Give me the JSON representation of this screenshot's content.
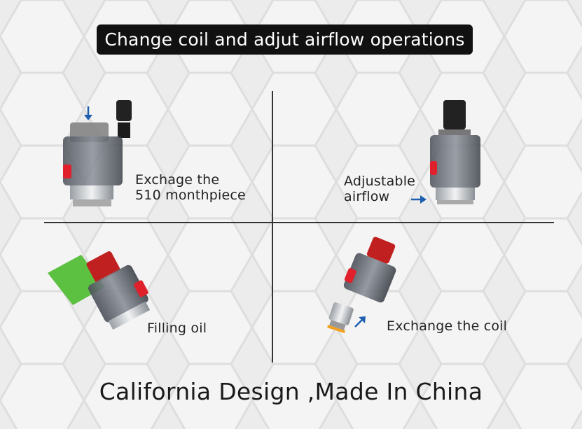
{
  "title": "Change coil and adjut airflow operations",
  "panels": {
    "top_left": {
      "line1": "Exchage the",
      "line2": "510 monthpiece"
    },
    "top_right": {
      "line1": "Adjustable",
      "line2": "airflow"
    },
    "bottom_left": {
      "label": "Filling oil"
    },
    "bottom_right": {
      "label": "Exchange the coil"
    }
  },
  "footer": "California Design ,Made In China",
  "colors": {
    "arrow": "#1e5fb0",
    "accent_red": "#e0202a",
    "oil_green": "#5cc040",
    "background": "#ececec"
  },
  "icons": [
    "down-arrow-icon",
    "right-arrow-icon",
    "diagonal-arrow-icon"
  ]
}
